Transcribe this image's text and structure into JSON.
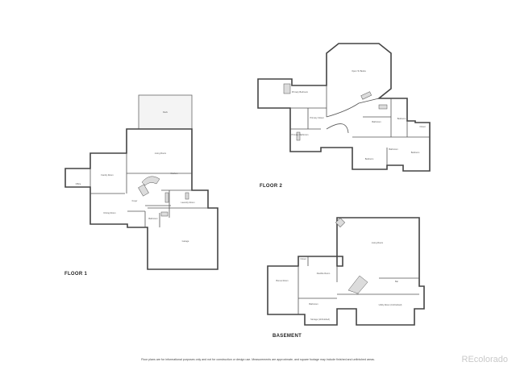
{
  "floors": {
    "floor1": {
      "label": "FLOOR 1",
      "rooms": [
        {
          "name": "Deck",
          "dim": ""
        },
        {
          "name": "Living Room",
          "dim": ""
        },
        {
          "name": "Family Room",
          "dim": ""
        },
        {
          "name": "Office",
          "dim": ""
        },
        {
          "name": "Kitchen",
          "dim": ""
        },
        {
          "name": "Dining Room",
          "dim": ""
        },
        {
          "name": "Foyer",
          "dim": ""
        },
        {
          "name": "Laundry Room",
          "dim": ""
        },
        {
          "name": "Bathroom",
          "dim": ""
        },
        {
          "name": "Garage",
          "dim": ""
        }
      ]
    },
    "floor2": {
      "label": "FLOOR 2",
      "rooms": [
        {
          "name": "Open To Below",
          "dim": ""
        },
        {
          "name": "Primary Bedroom",
          "dim": ""
        },
        {
          "name": "Primary Closet",
          "dim": ""
        },
        {
          "name": "Primary Bathroom",
          "dim": ""
        },
        {
          "name": "Bathroom",
          "dim": ""
        },
        {
          "name": "Bedroom",
          "dim": ""
        },
        {
          "name": "Closet",
          "dim": ""
        },
        {
          "name": "Bedroom",
          "dim": ""
        },
        {
          "name": "Bathroom",
          "dim": ""
        },
        {
          "name": "Bedroom",
          "dim": ""
        }
      ]
    },
    "basement": {
      "label": "BASEMENT",
      "rooms": [
        {
          "name": "Living Room",
          "dim": ""
        },
        {
          "name": "Closet",
          "dim": ""
        },
        {
          "name": "Bonus Room",
          "dim": ""
        },
        {
          "name": "Flexible Room",
          "dim": ""
        },
        {
          "name": "Bar",
          "dim": ""
        },
        {
          "name": "Bathroom",
          "dim": ""
        },
        {
          "name": "Utility Room (Unfinished)",
          "dim": ""
        },
        {
          "name": "Storage (Unfinished)",
          "dim": ""
        }
      ]
    }
  },
  "disclaimer": "Floor plans are for informational purposes only and not for construction or design use. Measurements are approximate, and square footage may include finished and unfinished areas.",
  "brand": "REcolorado"
}
